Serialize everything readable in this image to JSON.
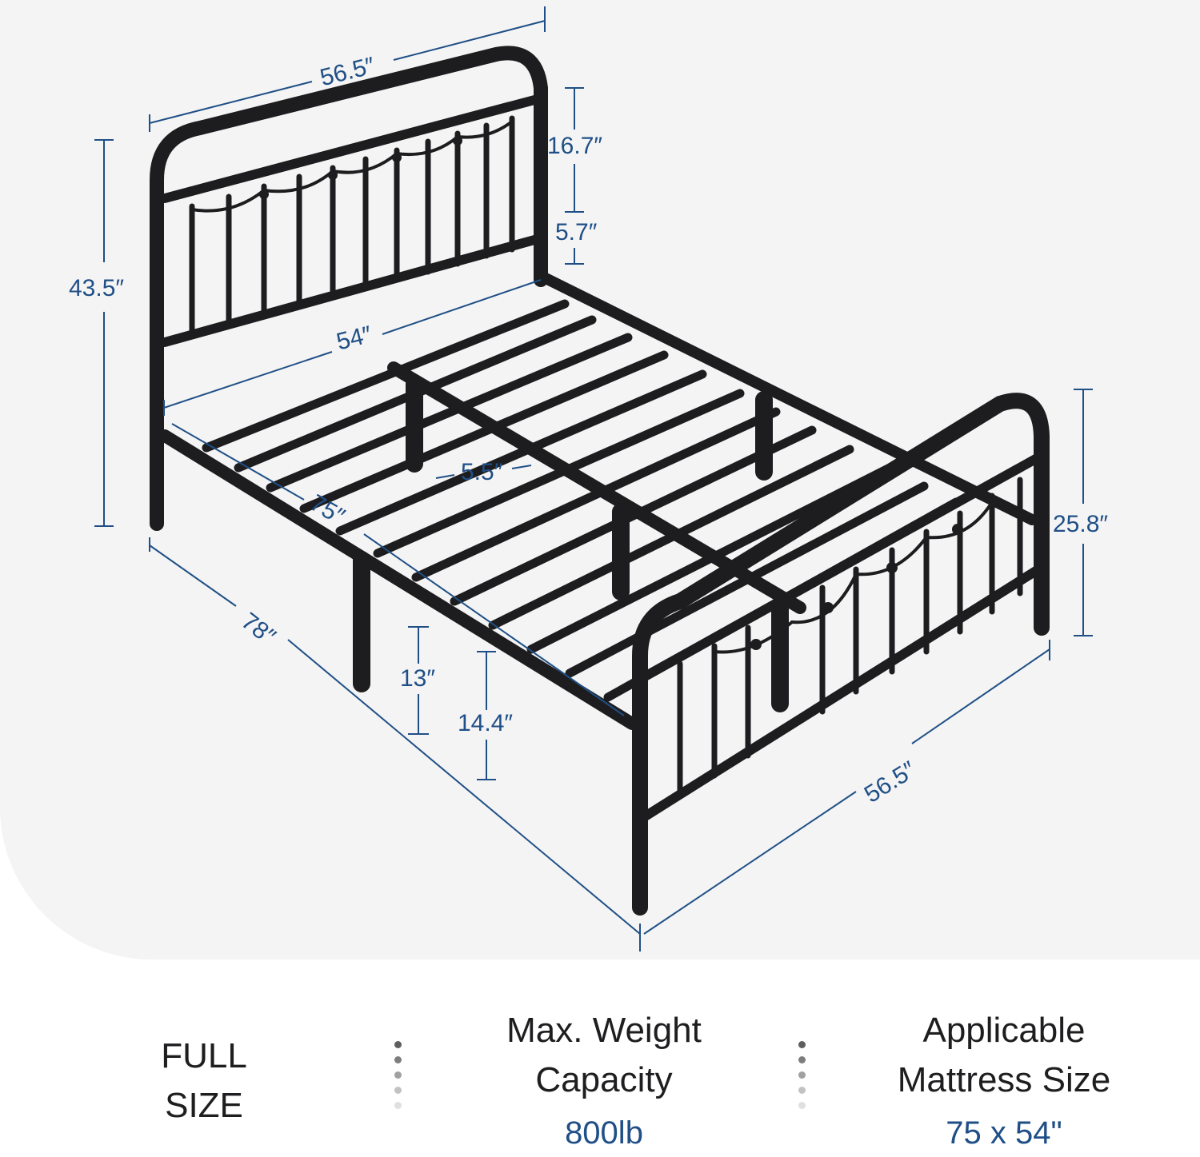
{
  "dimensions": {
    "headboard_width": "56.5″",
    "headboard_height": "16.7″",
    "headboard_gap": "5.7″",
    "overall_height": "43.5″",
    "inner_width": "54″",
    "slat_gap": "5.5″",
    "inner_length": "75″",
    "overall_length": "78″",
    "under_bed_clearance": "13″",
    "frame_height": "14.4″",
    "footboard_height": "25.8″",
    "footboard_width": "56.5″"
  },
  "specs": {
    "size": {
      "title": "FULL\nSIZE"
    },
    "weight": {
      "title": "Max. Weight\nCapacity",
      "value": "800lb"
    },
    "mattress": {
      "title": "Applicable\nMattress Size",
      "value": "75 x 54\""
    }
  },
  "colors": {
    "accent": "#1f4f86",
    "frame": "#1d1d1f",
    "panel_background": "#f4f4f4"
  }
}
